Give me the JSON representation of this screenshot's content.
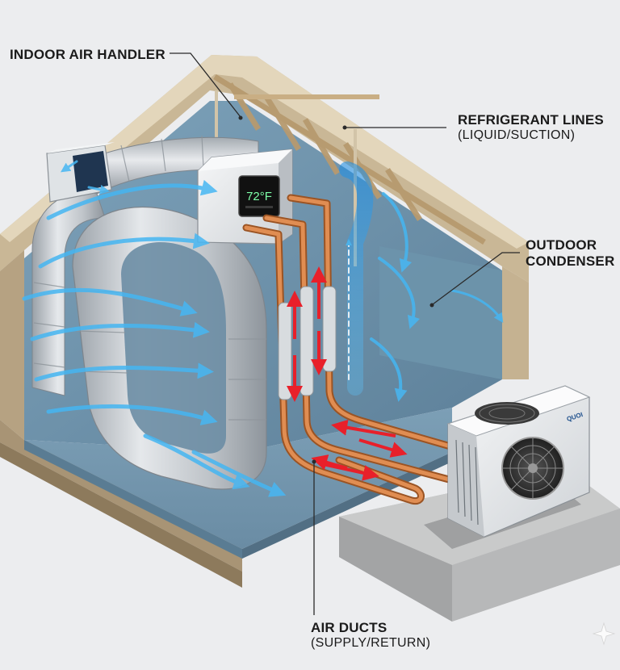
{
  "labels": {
    "indoor_air_handler": "INDOOR AIR HANDLER",
    "refrigerant_lines": "REFRIGERANT LINES",
    "refrigerant_lines_sub": "(LIQUID/SUCTION)",
    "outdoor_condenser_line1": "OUTDOOR",
    "outdoor_condenser_line2": "CONDENSER",
    "air_ducts": "AIR DUCTS",
    "air_ducts_sub": "(SUPPLY/RETURN)"
  },
  "thermostat_display": "72°F",
  "condenser_brand": "QUOI",
  "colors": {
    "background": "#ecedef",
    "wall_blue": "#6f95ae",
    "duct_silver": "#c6cbd0",
    "copper": "#c9773e",
    "airflow_blue": "#3fb6f2",
    "flow_red": "#e8202a",
    "concrete": "#b9babb",
    "roof_frame": "#b9a27f"
  }
}
